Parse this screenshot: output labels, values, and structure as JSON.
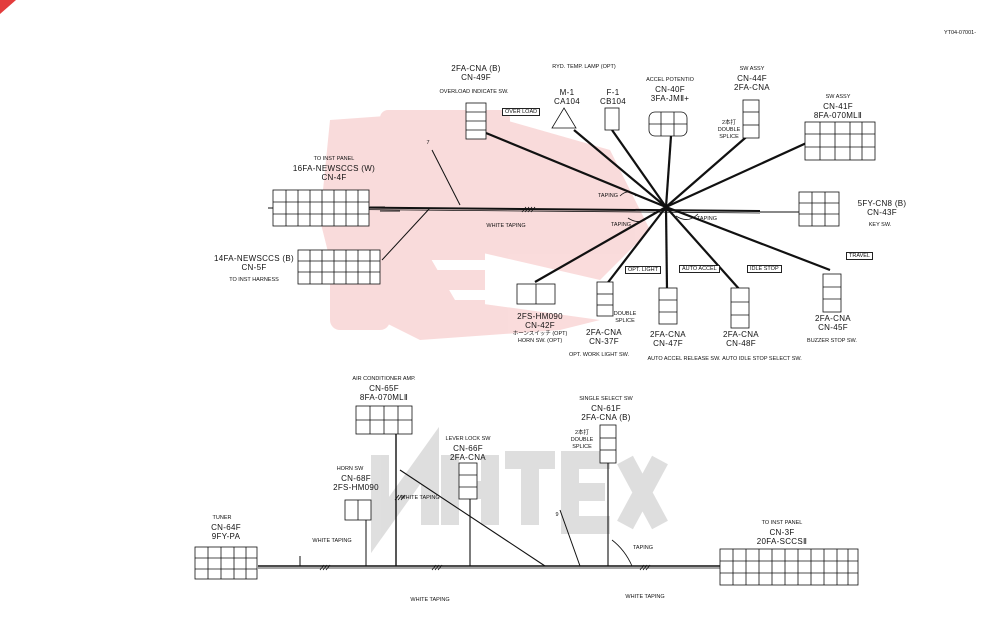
{
  "doc_id": "YT04-07001-",
  "watermark": "ИНТЕХ",
  "wire_numbers": {
    "w7": "7",
    "w9": "9"
  },
  "taping": {
    "white_taping": "WHITE TAPING",
    "taping": "TAPING"
  },
  "connectors": {
    "cn49f": {
      "code": "2FA-CNA (B)",
      "cn": "CN-49F",
      "desc": "OVERLOAD INDICATE SW.",
      "tag": "OVER LOAD"
    },
    "cn4f": {
      "desc": "TO INST PANEL",
      "code": "16FA-NEWSCCS (W)",
      "cn": "CN-4F"
    },
    "cn5f": {
      "code": "14FA-NEWSCCS (B)",
      "cn": "CN-5F",
      "desc": "TO INST HARNESS"
    },
    "ryd": {
      "desc": "RYD. TEMP. LAMP (OPT)",
      "m1": "M-1",
      "m1_code": "CA104",
      "f1": "F-1",
      "f1_code": "CB104"
    },
    "cn40f": {
      "desc": "ACCEL POTENTIO",
      "cn": "CN-40F",
      "code": "3FA-JMⅡ+"
    },
    "cn44f": {
      "desc": "SW ASSY",
      "cn": "CN-44F",
      "code": "2FA-CNA",
      "splice": "2本打",
      "splice_en": "DOUBLE SPLICE"
    },
    "cn41f": {
      "desc": "SW ASSY",
      "cn": "CN-41F",
      "code": "8FA-070MLⅡ"
    },
    "cn43f": {
      "code": "5FY-CN8 (B)",
      "cn": "CN-43F",
      "desc": "KEY SW."
    },
    "cn42f": {
      "code": "2FS-HM090",
      "cn": "CN-42F",
      "jp": "ホーンスイッチ (OPT)",
      "desc": "HORN SW. (OPT)"
    },
    "cn37f": {
      "code": "2FA-CNA",
      "cn": "CN-37F",
      "tag": "OPT. LIGHT",
      "splice": "DOUBLE SPLICE",
      "desc": "OPT. WORK LIGHT SW."
    },
    "cn47f": {
      "code": "2FA-CNA",
      "cn": "CN-47F",
      "tag": "AUTO ACCEL",
      "desc": "AUTO ACCEL RELEASE SW."
    },
    "cn48f": {
      "code": "2FA-CNA",
      "cn": "CN-48F",
      "tag": "IDLE STOP",
      "desc": "AUTO IDLE STOP SELECT SW."
    },
    "cn45f": {
      "code": "2FA-CNA",
      "cn": "CN-45F",
      "tag": "TRAVEL",
      "desc": "BUZZER STOP SW."
    },
    "cn65f": {
      "desc": "AIR CONDITIONER AMP.",
      "cn": "CN-65F",
      "code": "8FA-070MLⅡ"
    },
    "cn66f": {
      "desc": "LEVER LOCK SW",
      "cn": "CN-66F",
      "code": "2FA-CNA"
    },
    "cn61f": {
      "desc": "SINGLE SELECT SW",
      "cn": "CN-61F",
      "code": "2FA-CNA (B)",
      "splice": "2本打",
      "splice_en": "DOUBLE SPLICE"
    },
    "cn68f": {
      "desc": "HORN SW",
      "cn": "CN-68F",
      "code": "2FS-HM090"
    },
    "cn64f": {
      "desc": "TUNER",
      "cn": "CN-64F",
      "code": "9FY-PA"
    },
    "cn3f": {
      "desc": "TO INST PANEL",
      "cn": "CN-3F",
      "code": "20FA-SCCSⅡ"
    }
  },
  "colors": {
    "line": "#111111",
    "watermark": "#e33c3c",
    "watermark_gray": "#bdbdbd"
  }
}
